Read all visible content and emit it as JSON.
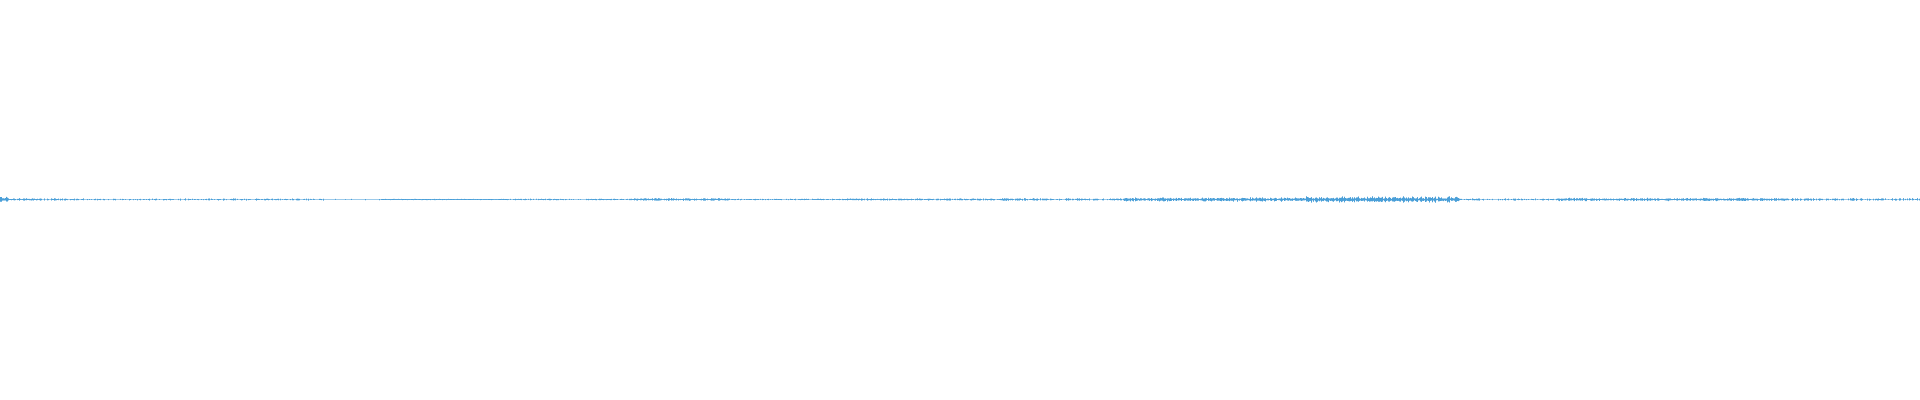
{
  "colors": {
    "background": "#ffffff",
    "waveform": "#4a9fd8"
  },
  "waveform": {
    "sample_count": 1920,
    "activity_profile": [
      {
        "from": 0.0,
        "to": 0.004,
        "level": 0.8,
        "density": 1.0
      },
      {
        "from": 0.004,
        "to": 0.04,
        "level": 0.35,
        "density": 0.85
      },
      {
        "from": 0.04,
        "to": 0.17,
        "level": 0.3,
        "density": 0.55
      },
      {
        "from": 0.17,
        "to": 0.198,
        "level": 0.25,
        "density": 0.12
      },
      {
        "from": 0.198,
        "to": 0.265,
        "level": 0.12,
        "density": 1.0
      },
      {
        "from": 0.265,
        "to": 0.33,
        "level": 0.22,
        "density": 0.75
      },
      {
        "from": 0.33,
        "to": 0.38,
        "level": 0.4,
        "density": 1.0
      },
      {
        "from": 0.38,
        "to": 0.44,
        "level": 0.22,
        "density": 0.7
      },
      {
        "from": 0.44,
        "to": 0.52,
        "level": 0.3,
        "density": 0.9
      },
      {
        "from": 0.52,
        "to": 0.585,
        "level": 0.35,
        "density": 0.85
      },
      {
        "from": 0.585,
        "to": 0.625,
        "level": 0.55,
        "density": 1.0
      },
      {
        "from": 0.625,
        "to": 0.68,
        "level": 0.6,
        "density": 1.0
      },
      {
        "from": 0.68,
        "to": 0.76,
        "level": 0.85,
        "density": 1.0
      },
      {
        "from": 0.76,
        "to": 0.81,
        "level": 0.3,
        "density": 0.6
      },
      {
        "from": 0.81,
        "to": 0.93,
        "level": 0.45,
        "density": 1.0
      },
      {
        "from": 0.93,
        "to": 1.0,
        "level": 0.4,
        "density": 0.65
      }
    ]
  }
}
